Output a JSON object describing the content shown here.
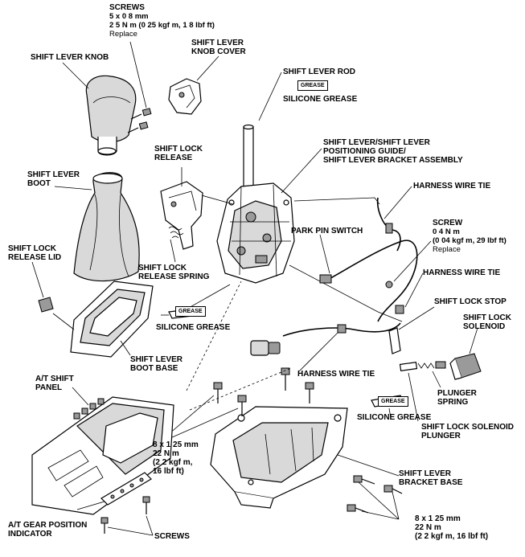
{
  "labels": {
    "screws_top_title": "SCREWS",
    "screws_top_size": "5 x 0 8 mm",
    "screws_top_torque": "2 5 N m (0 25 kgf m, 1 8 lbf ft)",
    "screws_top_note": "Replace",
    "shift_lever_knob": "SHIFT LEVER KNOB",
    "knob_cover_1": "SHIFT LEVER",
    "knob_cover_2": "KNOB COVER",
    "shift_lever_rod": "SHIFT LEVER ROD",
    "grease_tube": "GREASE",
    "silicone_grease_top": "SILICONE GREASE",
    "assembly_1": "SHIFT LEVER/SHIFT LEVER",
    "assembly_2": "POSITIONING GUIDE/",
    "assembly_3": "SHIFT LEVER BRACKET ASSEMBLY",
    "shift_lock_release_1": "SHIFT LOCK",
    "shift_lock_release_2": "RELEASE",
    "boot_1": "SHIFT LEVER",
    "boot_2": "BOOT",
    "harness_tie_top": "HARNESS WIRE TIE",
    "screw_right_title": "SCREW",
    "screw_right_torque_1": "0 4 N m",
    "screw_right_torque_2": "(0 04 kgf m, 29 lbf ft)",
    "screw_right_note": "Replace",
    "park_pin_switch": "PARK PIN SWITCH",
    "release_lid_1": "SHIFT LOCK",
    "release_lid_2": "RELEASE LID",
    "release_spring_1": "SHIFT LOCK",
    "release_spring_2": "RELEASE SPRING",
    "harness_tie_mid": "HARNESS WIRE TIE",
    "shift_lock_stop": "SHIFT LOCK STOP",
    "solenoid_1": "SHIFT LOCK",
    "solenoid_2": "SOLENOID",
    "silicone_grease_left": "SILICONE GREASE",
    "boot_base_1": "SHIFT LEVER",
    "boot_base_2": "BOOT BASE",
    "harness_tie_bottom": "HARNESS WIRE TIE",
    "at_shift_panel_1": "A/T SHIFT",
    "at_shift_panel_2": "PANEL",
    "silicone_grease_right": "SILICONE GREASE",
    "plunger_spring_1": "PLUNGER",
    "plunger_spring_2": "SPRING",
    "solenoid_plunger_1": "SHIFT LOCK SOLENOID",
    "solenoid_plunger_2": "PLUNGER",
    "bolt_mid_1": "8 x 1 25 mm",
    "bolt_mid_2": "22 N m",
    "bolt_mid_3": "(2 2 kgf m,",
    "bolt_mid_4": "16 lbf ft)",
    "bracket_base_1": "SHIFT LEVER",
    "bracket_base_2": "BRACKET BASE",
    "bolt_bottom_1": "8 x 1 25 mm",
    "bolt_bottom_2": "22 N m",
    "bolt_bottom_3": "(2 2 kgf m, 16 lbf ft)",
    "indicator_1": "A/T GEAR POSITION",
    "indicator_2": "INDICATOR",
    "screws_bottom": "SCREWS"
  }
}
